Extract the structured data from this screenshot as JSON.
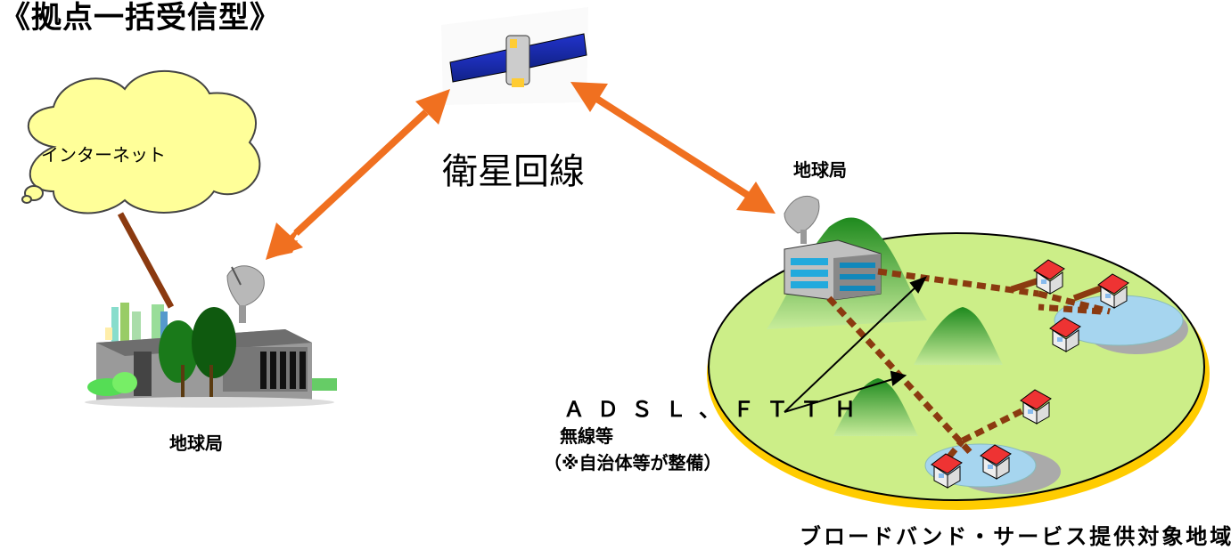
{
  "title": "《拠点一括受信型》",
  "satellite_link_label": "衛星回線",
  "ground_station_right_label": "地球局",
  "ground_station_left_label": "地球局",
  "internet_label": "インターネット",
  "access_tech_label": "ＡＤＳＬ、ＦＴＴＨ",
  "wireless_label": "無線等",
  "municipality_note": "（※自治体等が整備）",
  "service_area_label": "ブロードバンド・サービス提供対象地域",
  "colors": {
    "satellite_arrow": "#f07020",
    "cable": "#8b3a10",
    "cloud": "#ffff99",
    "island": "#ccee88",
    "island_rim": "#ffcc00",
    "pond": "#a6d5ef",
    "roof": "#ee3333"
  }
}
